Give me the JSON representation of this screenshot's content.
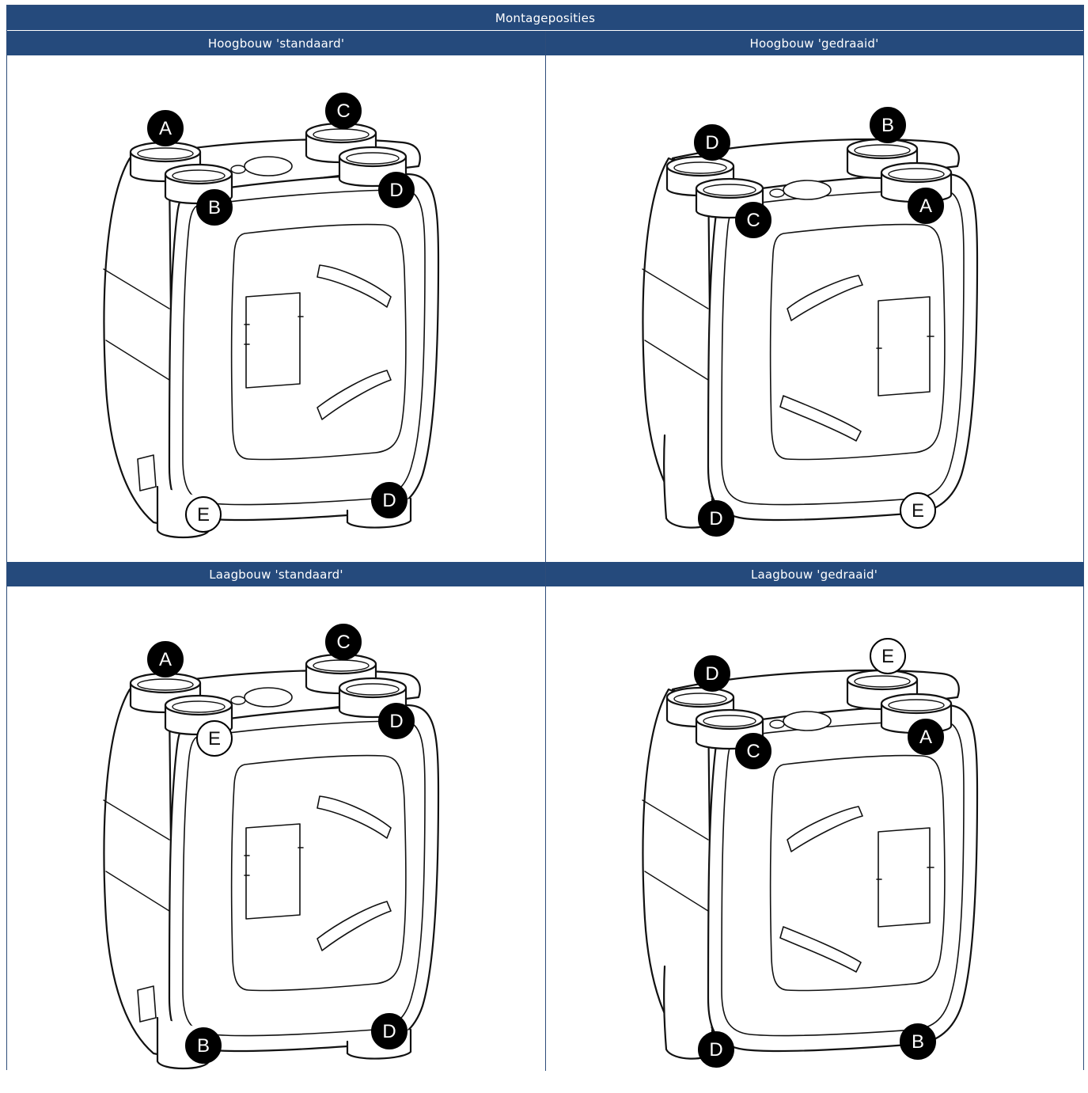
{
  "table": {
    "title": "Montageposities",
    "cells": [
      {
        "header": "Hoogbouw 'standaard'",
        "labels": {
          "p1": "A",
          "p2": "B",
          "p3": "C",
          "p4": "D",
          "p5": "D",
          "p6": "E"
        }
      },
      {
        "header": "Hoogbouw 'gedraaid'",
        "labels": {
          "p1": "D",
          "p2": "C",
          "p3": "B",
          "p4": "A",
          "p5": "E",
          "p6": "D"
        }
      },
      {
        "header": "Laagbouw 'standaard'",
        "labels": {
          "p1": "A",
          "p2": "E",
          "p3": "C",
          "p4": "D",
          "p5": "D",
          "p6": "B"
        }
      },
      {
        "header": "Laagbouw 'gedraaid'",
        "labels": {
          "p1": "D",
          "p2": "C",
          "p3": "E",
          "p4": "A",
          "p5": "B",
          "p6": "D"
        }
      }
    ]
  },
  "badge_styles": {
    "filled": {
      "fill": "#000000",
      "text": "#ffffff"
    },
    "outline": {
      "fill": "#ffffff",
      "text": "#111111"
    }
  },
  "outline_badges": {
    "cell0": [
      "p6"
    ],
    "cell1": [
      "p5"
    ],
    "cell2": [
      "p2"
    ],
    "cell3": [
      "p3"
    ]
  }
}
